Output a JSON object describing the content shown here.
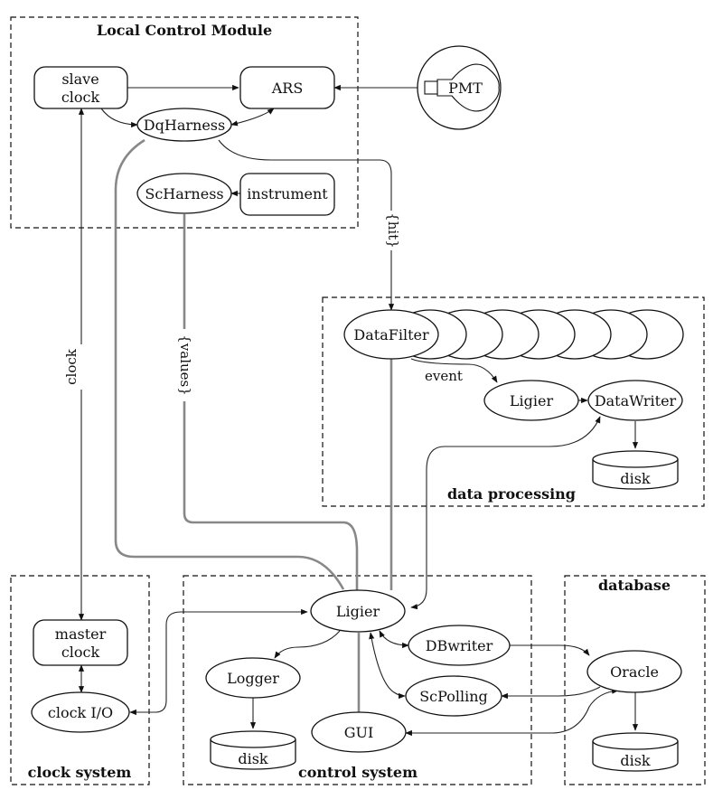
{
  "regions": {
    "local_control": "Local Control Module",
    "data_processing": "data processing",
    "database": "database",
    "clock_system": "clock system",
    "control_system": "control system"
  },
  "nodes": {
    "slave_clock_1": "slave",
    "slave_clock_2": "clock",
    "ars": "ARS",
    "pmt": "PMT",
    "dqharness": "DqHarness",
    "scharness": "ScHarness",
    "instrument": "instrument",
    "datafilter": "DataFilter",
    "ligier_dp": "Ligier",
    "datawriter": "DataWriter",
    "disk_dp": "disk",
    "ligier_cs": "Ligier",
    "logger": "Logger",
    "disk_cs": "disk",
    "gui": "GUI",
    "dbwriter": "DBwriter",
    "scpolling": "ScPolling",
    "oracle": "Oracle",
    "disk_db": "disk",
    "master_clock_1": "master",
    "master_clock_2": "clock",
    "clock_io": "clock I/O"
  },
  "edge_labels": {
    "hit": "{hit}",
    "values": "{values}",
    "clock": "clock",
    "event": "event"
  }
}
